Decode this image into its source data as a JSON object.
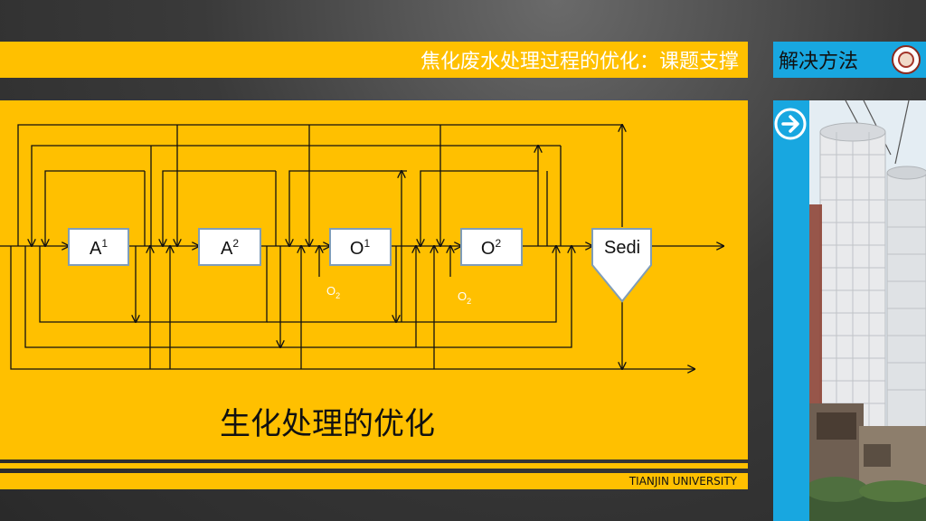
{
  "header": {
    "title": "焦化废水处理过程的优化：课题支撑",
    "section_label": "解决方法"
  },
  "diagram": {
    "caption": "生化处理的优化",
    "units": [
      {
        "base": "A",
        "sup": "1"
      },
      {
        "base": "A",
        "sup": "2"
      },
      {
        "base": "O",
        "sup": "1"
      },
      {
        "base": "O",
        "sup": "2"
      }
    ],
    "sedimentation_label": "Sedi",
    "oxygen_labels": [
      {
        "base": "O",
        "sub": "2"
      },
      {
        "base": "O",
        "sub": "2"
      }
    ]
  },
  "footer": {
    "university": "TIANJIN UNIVERSITY"
  },
  "colors": {
    "accent_yellow": "#ffc000",
    "accent_blue": "#18a7e0",
    "box_fill": "#ffffff",
    "box_border": "#7f9db9",
    "line": "#111111"
  },
  "icons": {
    "nav_arrow": "arrow-right-circle-icon",
    "logo": "university-seal-icon"
  }
}
